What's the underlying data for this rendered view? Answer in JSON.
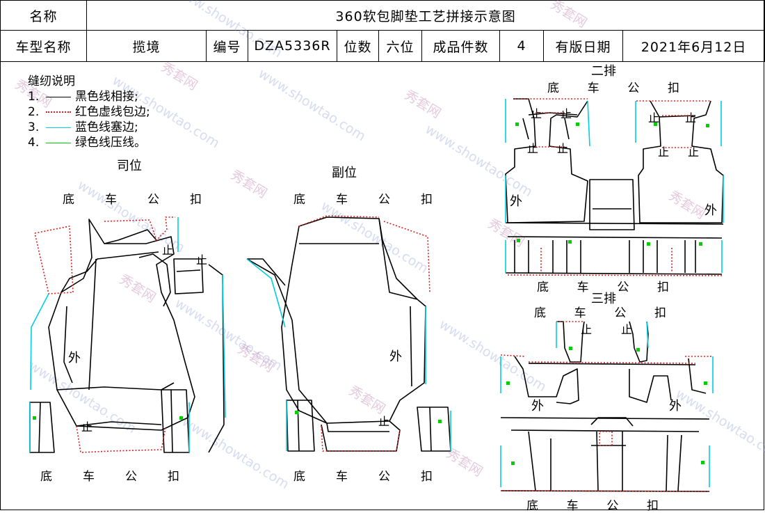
{
  "header": {
    "name_label": "名称",
    "title": "360软包脚垫工艺拼接示意图",
    "model_label": "车型名称",
    "model_value": "揽境",
    "code_label": "编号",
    "code_value": "DZA5336R",
    "seat_label": "位数",
    "seat_value": "六位",
    "count_label": "成品件数",
    "count_value": "4",
    "date_label": "有版日期",
    "date_value": "2021年6月12日"
  },
  "legend": {
    "title": "缝纫说明",
    "items": [
      {
        "num": "1.",
        "text": "黑色线相接;",
        "color": "#000000"
      },
      {
        "num": "2.",
        "text": "红色虚线包边;",
        "color": "#d62020"
      },
      {
        "num": "3.",
        "text": "蓝色线塞边;",
        "color": "#00cfe0"
      },
      {
        "num": "4.",
        "text": "绿色线压线。",
        "color": "#00d000"
      }
    ]
  },
  "labels": {
    "driver": "司位",
    "passenger": "副位",
    "row2": "二排",
    "row3": "三排",
    "outer": "外",
    "stop": "止",
    "base_buckle": [
      "底",
      "车",
      "公",
      "扣"
    ]
  },
  "watermark": {
    "brand": "秀套网",
    "url": "www.showtao.com"
  },
  "colors": {
    "outline": "#000000",
    "edging": "#d62020",
    "tuck": "#00cfe0",
    "press": "#00d000"
  }
}
